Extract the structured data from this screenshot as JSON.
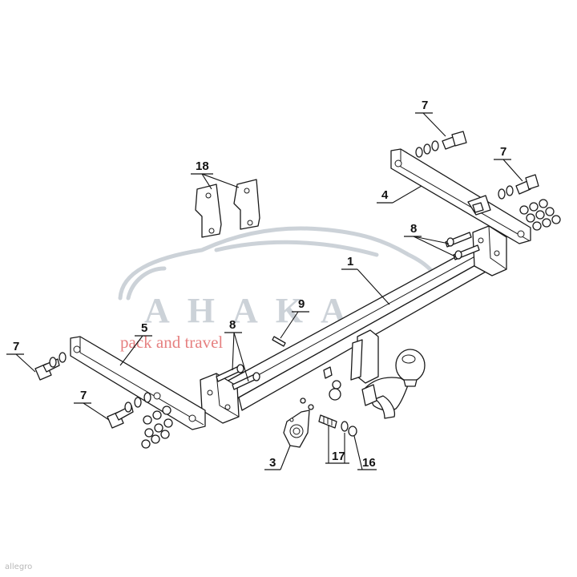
{
  "labels": {
    "l1": "1",
    "l3": "3",
    "l4": "4",
    "l5": "5",
    "l7a": "7",
    "l7b": "7",
    "l7c": "7",
    "l7d": "7",
    "l8a": "8",
    "l8b": "8",
    "l9": "9",
    "l16": "16",
    "l17": "17",
    "l18": "18"
  },
  "watermark": {
    "letters": "AHAKA",
    "tagline": "pack and travel"
  },
  "source_tag": "allegro",
  "colors": {
    "line": "#1a1a1a",
    "watermark_grey": "#c4cbd2",
    "watermark_red": "#e26a6a"
  }
}
